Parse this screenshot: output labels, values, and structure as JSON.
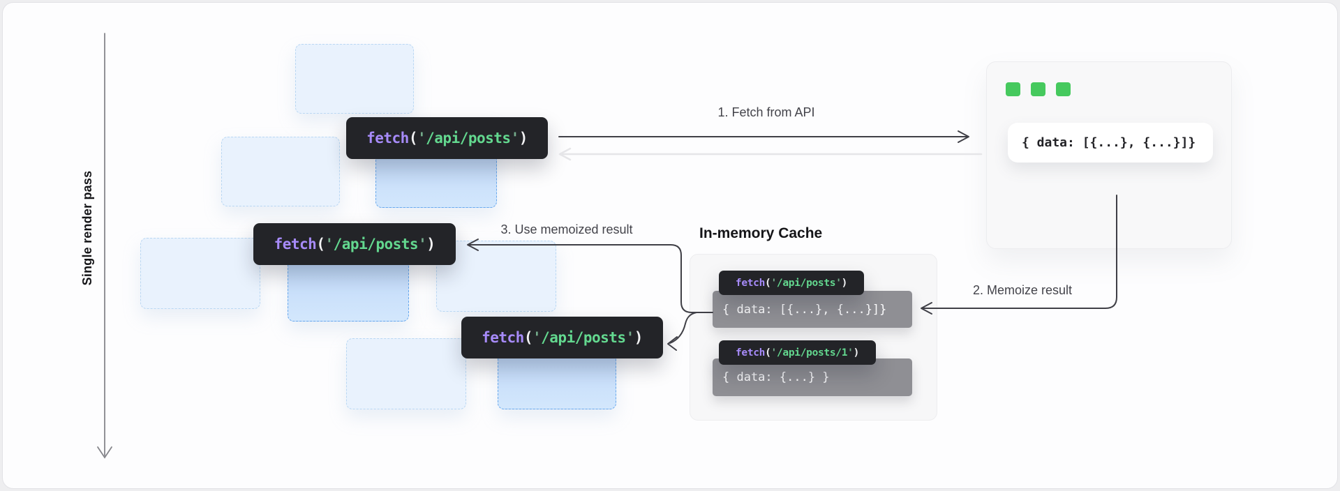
{
  "labels": {
    "render_pass": "Single render pass",
    "step1": "1. Fetch from API",
    "step2": "2. Memoize result",
    "step3": "3. Use memoized result",
    "cache_title": "In-memory Cache"
  },
  "code": {
    "posts": {
      "fn": "fetch",
      "p1": "(",
      "q1": "'",
      "arg": "/api/posts",
      "q2": "'",
      "p2": ")"
    },
    "post1": {
      "fn": "fetch",
      "p1": "(",
      "q1": "'",
      "arg": "/api/posts/1",
      "q2": "'",
      "p2": ")"
    }
  },
  "server": {
    "response": "{ data: [{...}, {...}]}"
  },
  "cache": {
    "entries": [
      {
        "value": "{ data: [{...}, {...}]}"
      },
      {
        "value": "{ data: {...} }"
      }
    ]
  },
  "colors": {
    "accent_purple": "#a78bfa",
    "accent_green": "#63d88f",
    "chip_background": "#232428",
    "component_box_fill": "#e9f2fd",
    "component_box_border": "#b9d7f3",
    "active_box_gradient_top": "#b4d3f8",
    "active_box_gradient_bottom": "#d3e7fc",
    "active_box_border": "#67a8ee",
    "server_indicator_green": "#46c95e",
    "cache_value_background": "#8f8f94",
    "arrow_dark": "#3f3f46",
    "arrow_light": "#e5e5e8"
  }
}
